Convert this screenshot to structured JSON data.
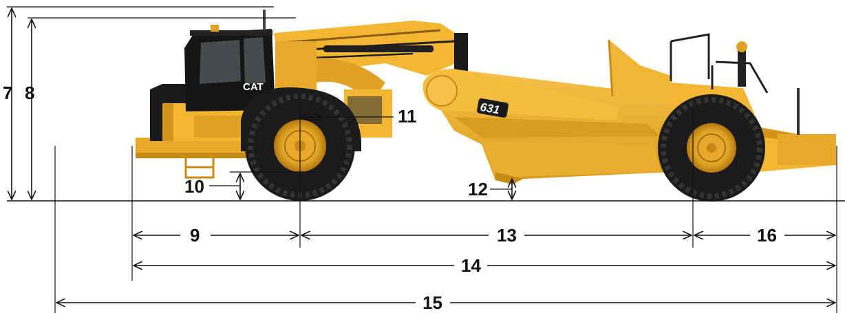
{
  "diagram": {
    "machine_model_decal": "631",
    "cab_brand_decal": "CAT",
    "dimension_labels": {
      "d7": "7",
      "d8": "8",
      "d9": "9",
      "d10": "10",
      "d11": "11",
      "d12": "12",
      "d13": "13",
      "d14": "14",
      "d15": "15",
      "d16": "16"
    },
    "colors": {
      "body_yellow": "#f2b632",
      "body_shadow": "#d4951c",
      "tire_black": "#1b1b1b",
      "cab_black": "#151515",
      "line": "#111111"
    }
  }
}
